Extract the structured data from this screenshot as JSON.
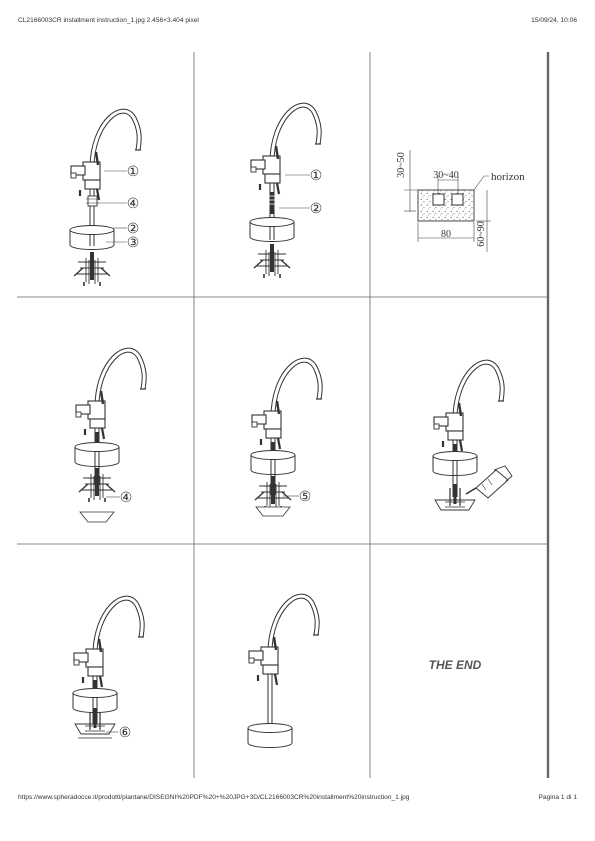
{
  "header": {
    "title": "CL2166003CR installment instruction_1.jpg 2.456×3.404 pixel",
    "datetime": "15/09/24, 10:06"
  },
  "footer": {
    "url": "https://www.spheradocce.it/prodotti/piantane/DISEGNI%20PDF%20+%20JPG+3D/CL2166003CR%20installment%20instruction_1.jpg",
    "page": "Pagina 1 di 1"
  },
  "callouts": {
    "one": "①",
    "two": "②",
    "three": "③",
    "four": "④",
    "five": "⑤",
    "six": "⑥"
  },
  "dimensions": {
    "d30_50": "30~50",
    "d30_40": "30~40",
    "horizon": "horizon",
    "d80": "80",
    "d60_90": "60~90"
  },
  "end_text": "THE END"
}
